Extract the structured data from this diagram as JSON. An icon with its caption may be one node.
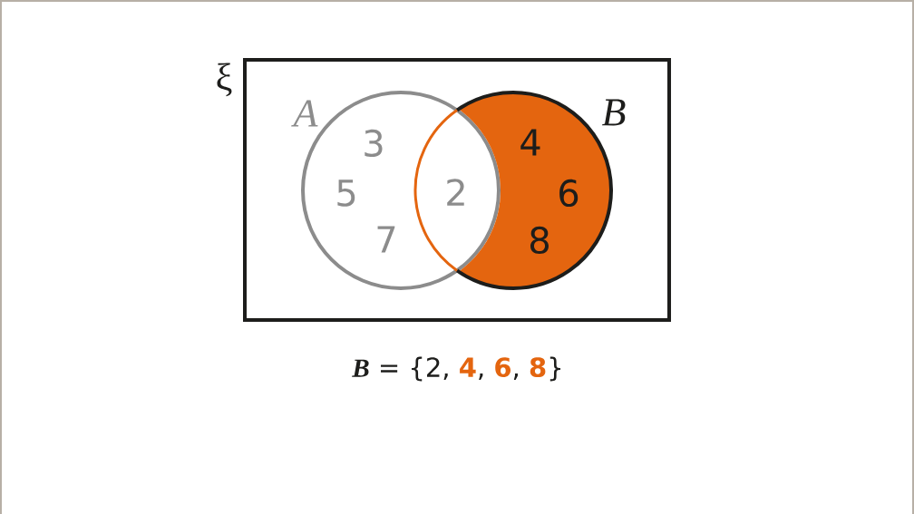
{
  "diagram": {
    "nodes": [
      {
        "text": [
          "ξ"
        ]
      },
      {
        "text": [
          "A",
          "3",
          "5",
          "7"
        ],
        "in": 0
      },
      {
        "text": [
          "B",
          "4",
          "6",
          "8"
        ],
        "in": 0
      }
    ],
    "labels": [
      "2"
    ],
    "caption": "*B* = {2, **4**, **6**, **8**}"
  }
}
